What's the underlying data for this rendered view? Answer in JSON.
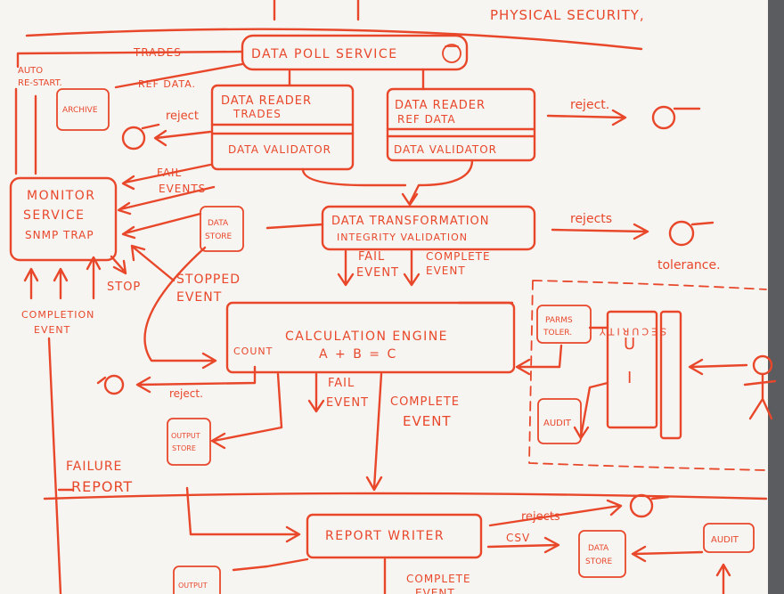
{
  "colors": {
    "marker": "#e8472a",
    "board": "#f7f5f2",
    "frame": "#5a5c5f"
  },
  "labels": {
    "physical_security": "PHYSICAL SECURITY,",
    "data_poll_service": "DATA POLL SERVICE",
    "trades": "TRADES",
    "ref_data": "REF DATA.",
    "auto": "AUTO",
    "re_start": "RE-START.",
    "archive": "ARCHIVE",
    "reader_trades_1": "DATA READER",
    "reader_trades_2": "TRADES",
    "validator_left": "DATA VALIDATOR",
    "reader_ref_1": "DATA READER",
    "reader_ref_2": "REF DATA",
    "validator_right": "DATA VALIDATOR",
    "reject_left": "reject",
    "reject_right": "reject.",
    "monitor_1": "MONITOR",
    "monitor_2": "SERVICE",
    "monitor_3": "SNMP TRAP",
    "fail": "FAIL",
    "events": "EVENTS",
    "data_store_top_1": "DATA",
    "data_store_top_2": "STORE",
    "transformation_1": "DATA TRANSFORMATION",
    "transformation_2": "INTEGRITY VALIDATION",
    "rejects_top": "rejects",
    "tolerance": "tolerance.",
    "fail_event_1a": "FAIL",
    "fail_event_1b": "EVENT",
    "complete_event_1a": "COMPLETE",
    "complete_event_1b": "EVENT",
    "stopped_1": "STOPPED",
    "stopped_2": "EVENT",
    "stop": "STOP",
    "completion_1": "COMPLETION",
    "completion_2": "EVENT",
    "calc_engine": "CALCULATION ENGINE",
    "count": "COUNT",
    "formula": "A + B = C",
    "reject_calc": "reject.",
    "fail_event_2a": "FAIL",
    "fail_event_2b": "EVENT",
    "complete_event_2a": "COMPLETE",
    "complete_event_2b": "EVENT",
    "params_1": "PARMS",
    "params_2": "TOLER.",
    "ui_1": "U",
    "ui_2": "I",
    "security": "SECURITY",
    "audit_mid": "AUDIT",
    "output_store_1": "OUTPUT",
    "output_store_2": "STORE",
    "failure_1": "FAILURE",
    "failure_2": "REPORT",
    "report_writer": "REPORT WRITER",
    "rejects_bottom": "rejects",
    "csv": "CSV",
    "data_store_bottom_1": "DATA",
    "data_store_bottom_2": "STORE",
    "audit_bottom": "AUDIT",
    "output_bottom": "OUTPUT",
    "complete_bottom_1": "COMPLETE",
    "complete_bottom_2": "EVENT"
  }
}
